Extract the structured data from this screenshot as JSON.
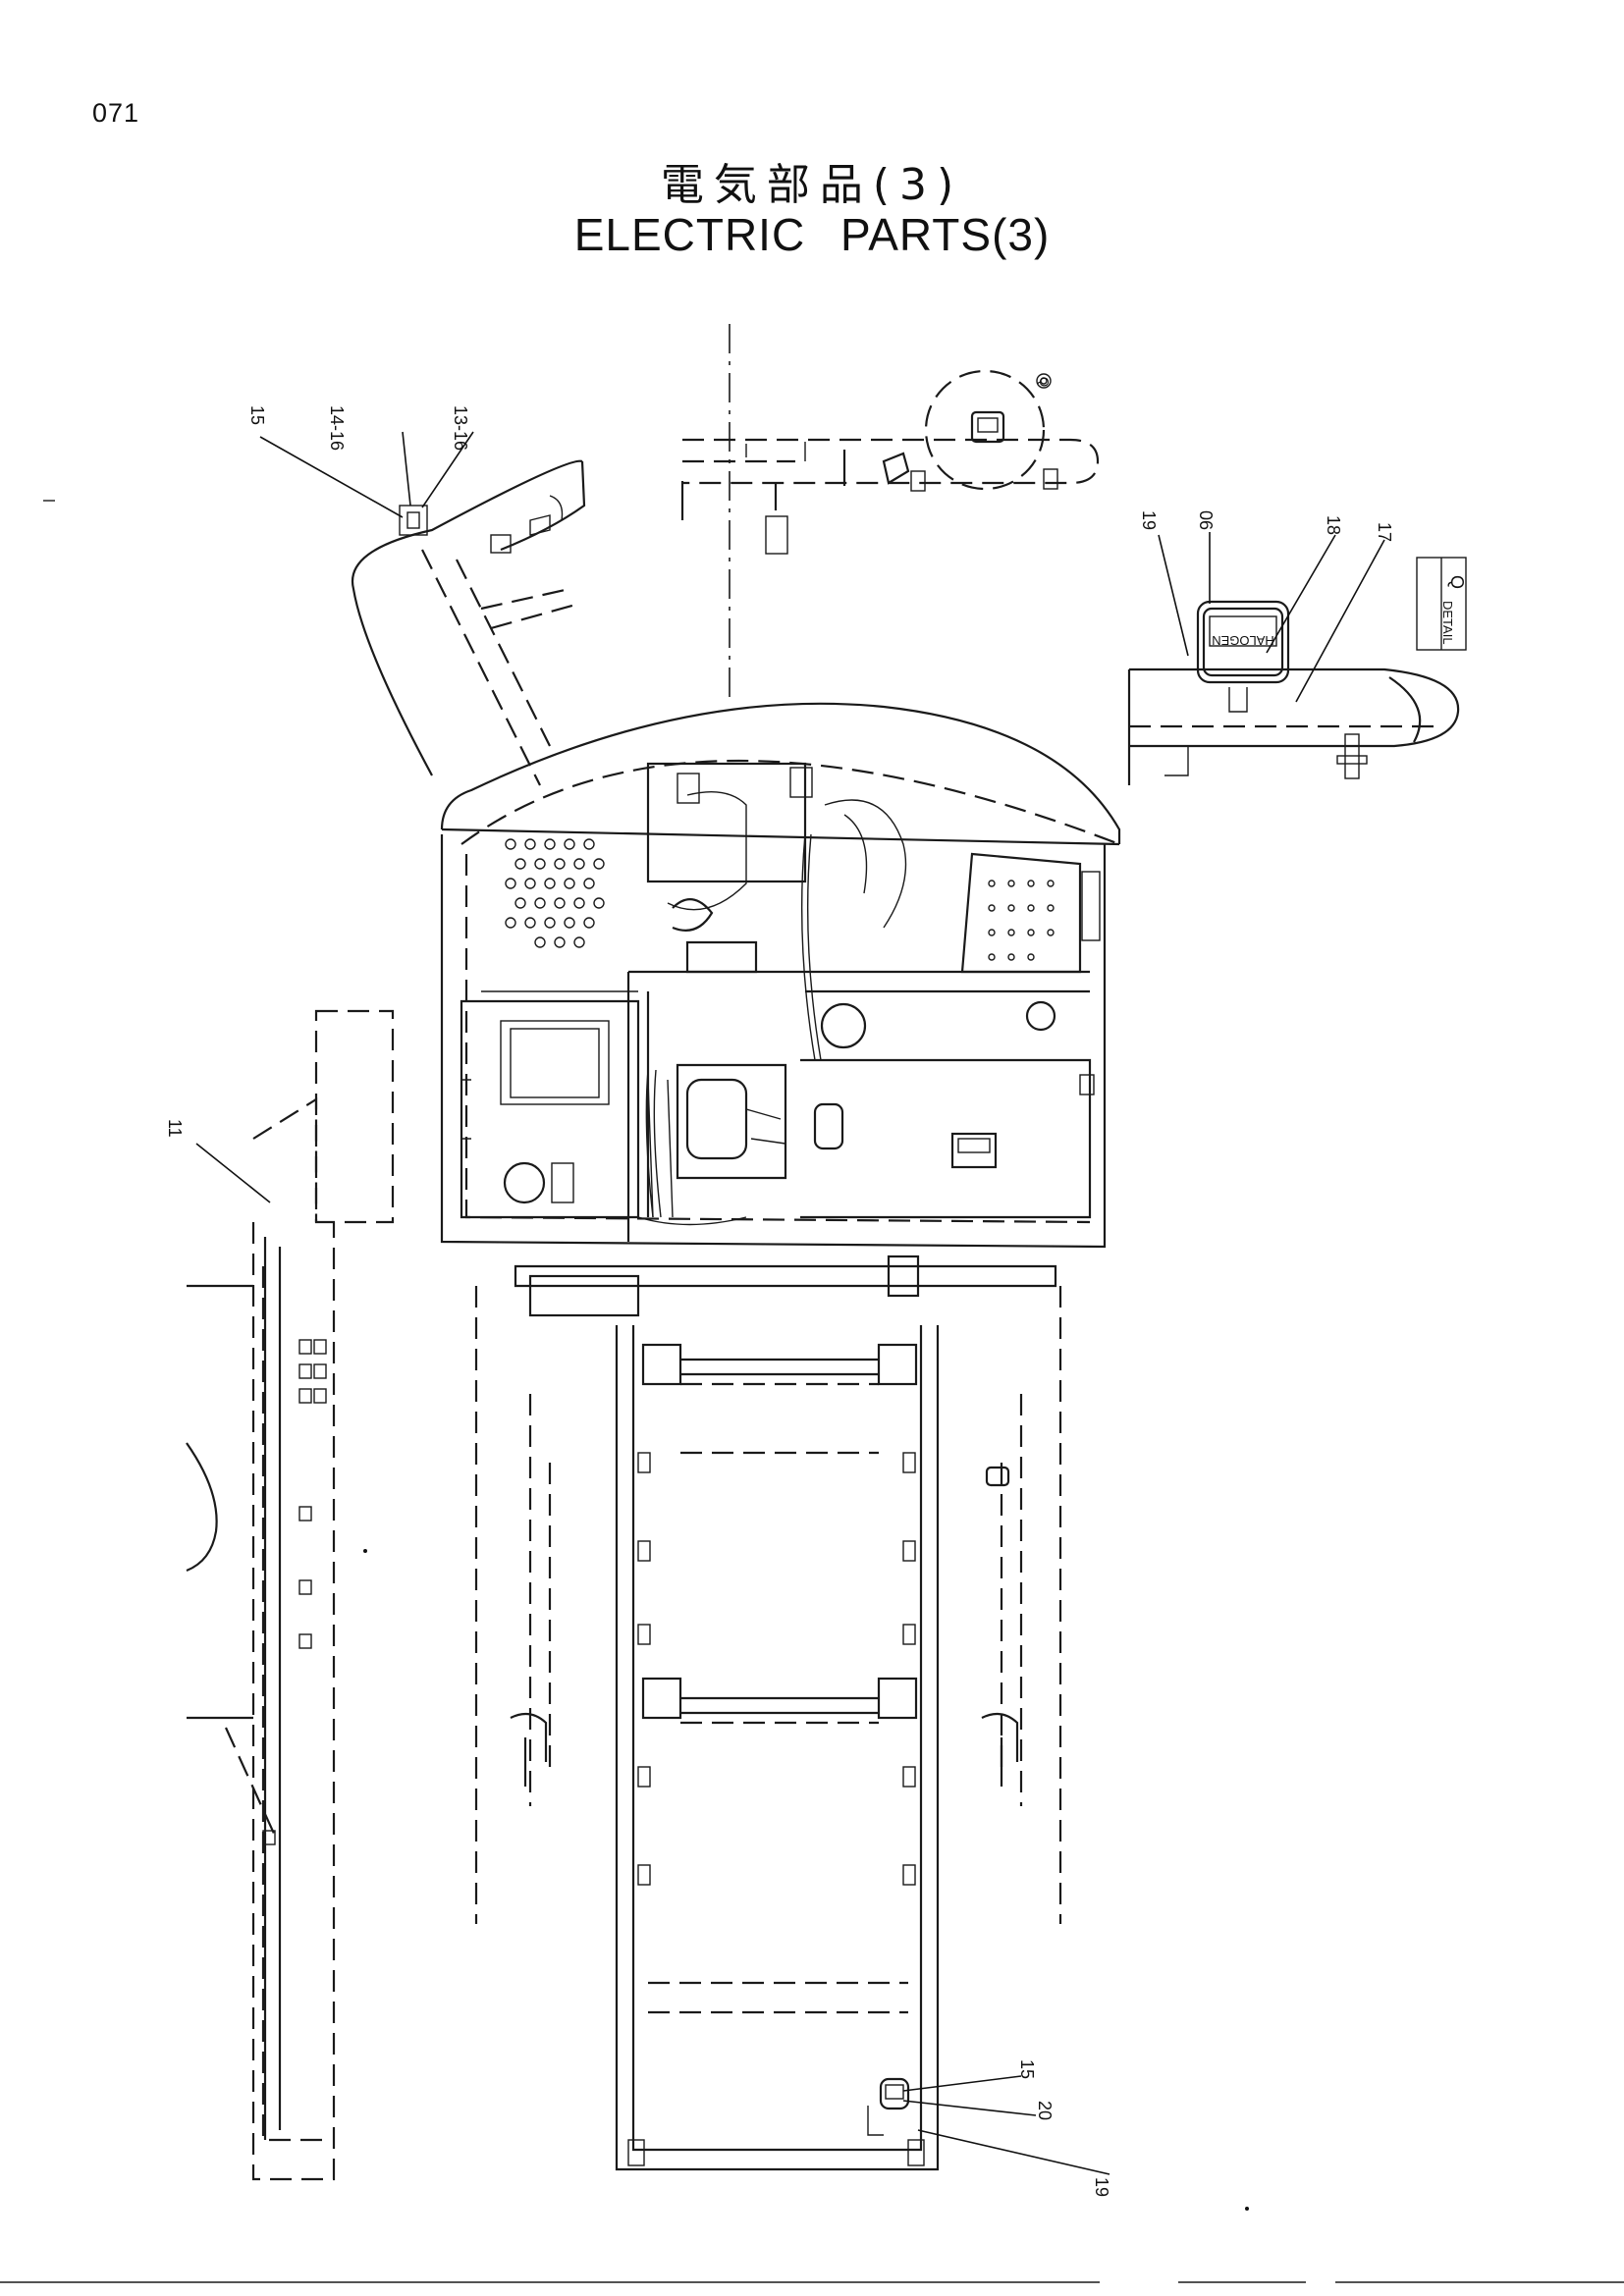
{
  "page": {
    "number": "071",
    "title_ja": "電気部品(3)",
    "title_en": "ELECTRIC PARTS(3)"
  },
  "detail": {
    "label": "DETAIL",
    "letter": "Q",
    "lamp_text": "HALOGEN"
  },
  "callouts": {
    "c15_top": "15",
    "c14_16": "14-16",
    "c13_16": "13-16",
    "c19_detail": "19",
    "c06": "06",
    "c18": "18",
    "c17": "17",
    "c11": "11",
    "c15_bottom": "15",
    "c20": "20",
    "c19_bottom": "19",
    "circle_ref": "Q"
  }
}
